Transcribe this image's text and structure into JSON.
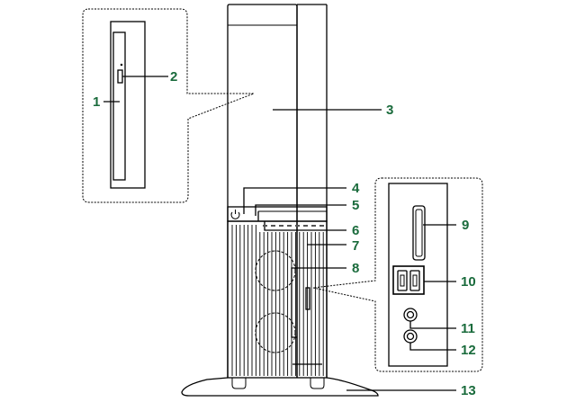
{
  "diagram": {
    "label_color": "#1a6b3c",
    "callouts": [
      {
        "id": "1",
        "text": "1"
      },
      {
        "id": "2",
        "text": "2"
      },
      {
        "id": "3",
        "text": "3"
      },
      {
        "id": "4",
        "text": "4"
      },
      {
        "id": "5",
        "text": "5"
      },
      {
        "id": "6",
        "text": "6"
      },
      {
        "id": "7",
        "text": "7"
      },
      {
        "id": "8",
        "text": "8"
      },
      {
        "id": "9",
        "text": "9"
      },
      {
        "id": "10",
        "text": "10"
      },
      {
        "id": "11",
        "text": "11"
      },
      {
        "id": "12",
        "text": "12"
      },
      {
        "id": "13",
        "text": "13"
      }
    ]
  }
}
